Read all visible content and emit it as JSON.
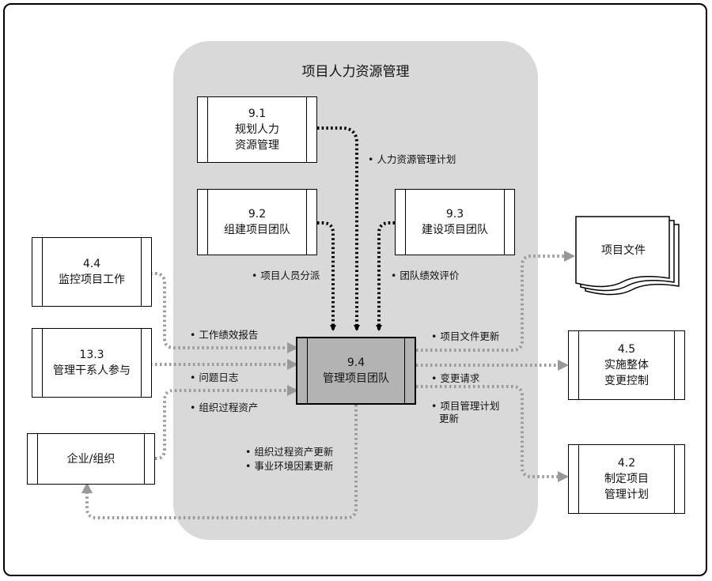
{
  "diagram": {
    "region_title": "项目人力资源管理",
    "nodes": {
      "p91": {
        "id": "9.1",
        "line1": "规划人力",
        "line2": "资源管理"
      },
      "p92": {
        "id": "9.2",
        "line1": "组建项目团队"
      },
      "p93": {
        "id": "9.3",
        "line1": "建设项目团队"
      },
      "p94": {
        "id": "9.4",
        "line1": "管理项目团队"
      },
      "p44": {
        "id": "4.4",
        "line1": "监控项目工作"
      },
      "p133": {
        "id": "13.3",
        "line1": "管理干系人参与"
      },
      "enterprise": {
        "line1": "企业/组织"
      },
      "p45": {
        "id": "4.5",
        "line1": "实施整体",
        "line2": "变更控制"
      },
      "p42": {
        "id": "4.2",
        "line1": "制定项目",
        "line2": "管理计划"
      },
      "project_docs": {
        "line1": "项目文件"
      }
    },
    "labels": {
      "hr_plan": "• 人力资源管理计划",
      "staff_assign": "• 项目人员分派",
      "team_perf": "• 团队绩效评价",
      "work_perf": "• 工作绩效报告",
      "issue_log": "• 问题日志",
      "opa": "• 组织过程资产",
      "doc_update": "• 项目文件更新",
      "change_req": "• 变更请求",
      "pmp_update_1": "• 项目管理计划",
      "pmp_update_2": "更新",
      "opa_update": "• 组织过程资产更新",
      "eef_update": "• 事业环境因素更新"
    },
    "colors": {
      "region": "#d9d9d9",
      "process_main": "#b3b3b3",
      "flow_black": "#000000",
      "flow_gray": "#999999"
    }
  }
}
